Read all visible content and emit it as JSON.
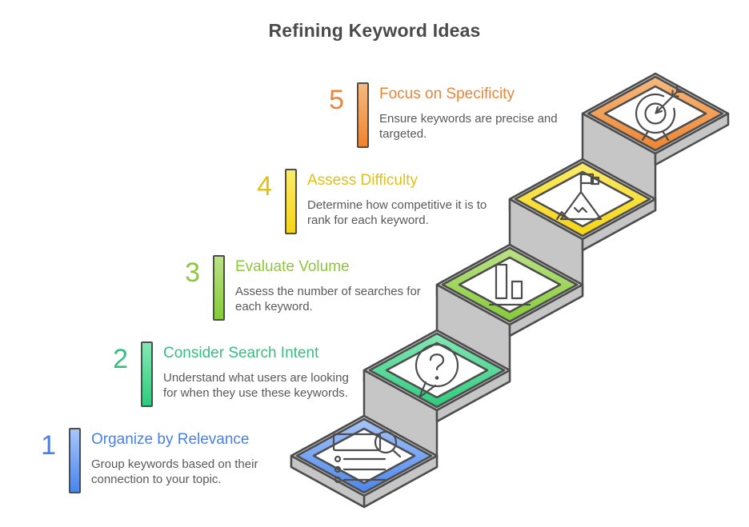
{
  "title": "Refining Keyword Ideas",
  "colors": {
    "background": "#ffffff",
    "outline": "#4d4d4d",
    "stair_gray": "#c6c6c6",
    "title_text": "#4a4a4a",
    "description_text": "#595959"
  },
  "steps": [
    {
      "number": "1",
      "title": "Organize by Relevance",
      "description": "Group keywords based on their connection to your topic.",
      "icon": "list-search-icon",
      "color_light": "#a8c5f8",
      "color_strong": "#4a86ec",
      "color_text": "#4a80e4"
    },
    {
      "number": "2",
      "title": "Consider Search Intent",
      "description": "Understand what users are looking for when they use these keywords.",
      "icon": "question-bubble-icon",
      "color_light": "#85e7b5",
      "color_strong": "#2fcb7d",
      "color_text": "#35bf80"
    },
    {
      "number": "3",
      "title": "Evaluate Volume",
      "description": "Assess the number of searches for each keyword.",
      "icon": "bar-chart-icon",
      "color_light": "#bce287",
      "color_strong": "#85cb39",
      "color_text": "#8dc63f"
    },
    {
      "number": "4",
      "title": "Assess Difficulty",
      "description": "Determine how competitive it is to rank for each keyword.",
      "icon": "mountain-flag-icon",
      "color_light": "#fbec6a",
      "color_strong": "#f6d414",
      "color_text": "#e0c11c"
    },
    {
      "number": "5",
      "title": "Focus on Specificity",
      "description": "Ensure keywords are precise and targeted.",
      "icon": "target-arrow-icon",
      "color_light": "#f6ba80",
      "color_strong": "#ee8430",
      "color_text": "#e8863c"
    }
  ]
}
